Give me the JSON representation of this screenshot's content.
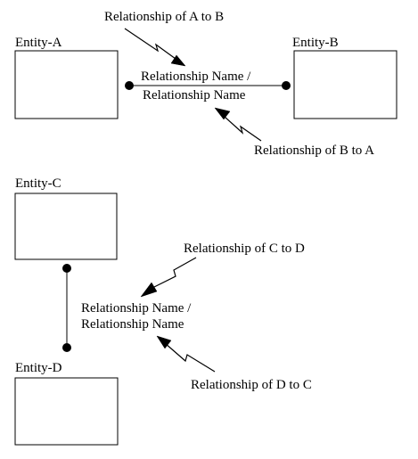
{
  "diagram": {
    "entities": {
      "a": {
        "label": "Entity-A"
      },
      "b": {
        "label": "Entity-B"
      },
      "c": {
        "label": "Entity-C"
      },
      "d": {
        "label": "Entity-D"
      }
    },
    "horizontal_relationship": {
      "name_line1": "Relationship Name /",
      "name_line2": "Relationship Name",
      "a_to_b": "Relationship of A to B",
      "b_to_a": "Relationship of B to A"
    },
    "vertical_relationship": {
      "name_line1": "Relationship Name /",
      "name_line2": "Relationship Name",
      "c_to_d": "Relationship of C to D",
      "d_to_c": "Relationship of D to C"
    }
  },
  "colors": {
    "stroke": "#000000",
    "background": "#ffffff"
  }
}
